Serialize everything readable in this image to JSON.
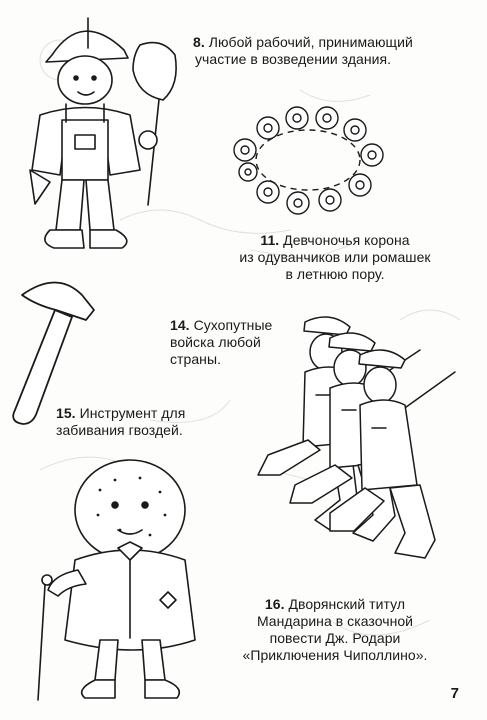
{
  "clues": [
    {
      "id": "clue-8",
      "number": "8.",
      "lines": [
        "Любой рабочий, принимающий",
        "участие в возведении здания."
      ]
    },
    {
      "id": "clue-11",
      "number": "11.",
      "lines": [
        "Девчоночья корона",
        "из одуванчиков или ромашек",
        "в летнюю пору."
      ]
    },
    {
      "id": "clue-14",
      "number": "14.",
      "lines": [
        "Сухопутные",
        "войска любой",
        "страны."
      ]
    },
    {
      "id": "clue-15",
      "number": "15.",
      "lines": [
        "Инструмент для",
        "забивания гвоздей."
      ]
    },
    {
      "id": "clue-16",
      "number": "16.",
      "lines": [
        "Дворянский титул",
        "Мандарина в сказочной",
        "повести Дж. Родари",
        "«Приключения Чиполлино»."
      ]
    }
  ],
  "page_number": "7",
  "colors": {
    "ink": "#1a1a1a",
    "paper": "#fdfdfb",
    "faint": "#dedcd6"
  },
  "illustrations": [
    "worker-builder",
    "flower-wreath",
    "hammer",
    "marching-soldiers",
    "count-mandarin"
  ]
}
